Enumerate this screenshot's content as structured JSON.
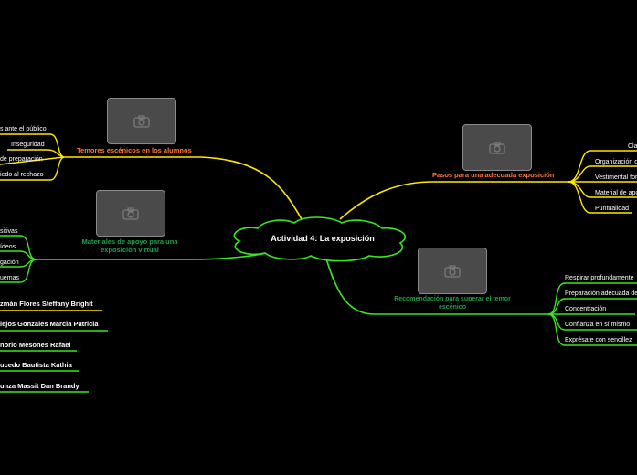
{
  "center": {
    "title": "Actividad 4: La exposición"
  },
  "colors": {
    "yellow": "#ffe800",
    "green": "#39e81c",
    "orange": "#ff7a2e",
    "dark_green": "#1fa04a",
    "bg": "#000000"
  },
  "temores": {
    "title": "Temores escénicos en los alumnos",
    "items": [
      "s ante el público",
      "Inseguridad",
      "de preparación",
      "iedo al rechazo"
    ]
  },
  "pasos": {
    "title": "Pasos para una adecuada exposición",
    "items": [
      "Cla",
      "Organización d",
      "Vestimental for",
      "Material de apo",
      "Puntualidad"
    ]
  },
  "materiales": {
    "title_line1": "Materiales de apoyo para una",
    "title_line2": "exposición virtual",
    "items": [
      "sitivas",
      "ídeos",
      "gación",
      "uemas"
    ]
  },
  "recomendacion": {
    "title_line1": "Recomendación para superar el temor",
    "title_line2": "escénico",
    "items": [
      "Respirar profundamente",
      "Preparación adecuada de",
      "Concentración",
      "Confianza en sí mismo",
      "Exprésate con sencillez"
    ]
  },
  "members": [
    "zmán Flores Steffany Brighit",
    "lejos Gonzáles Marcia Patricia",
    "norio Mesones Rafael",
    "ucedo Bautista Kathia",
    "unza Massit Dan Brandy"
  ],
  "icons": [
    "camera-icon"
  ]
}
